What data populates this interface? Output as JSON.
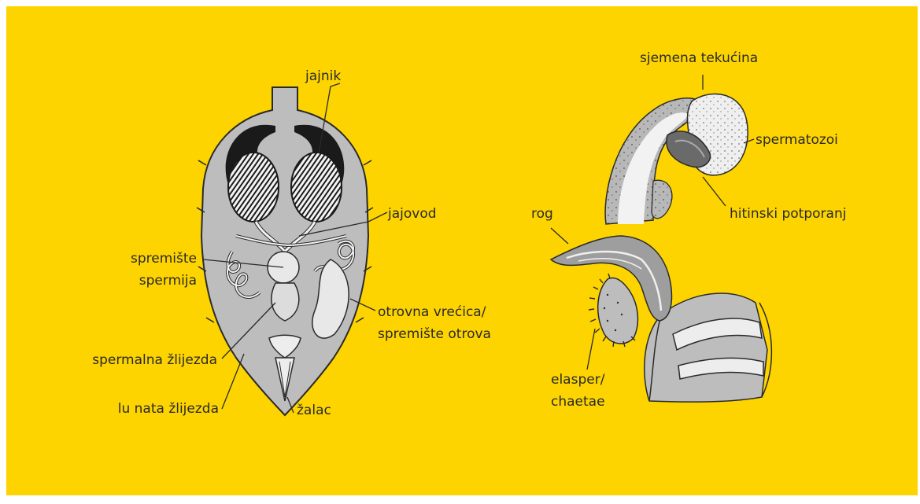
{
  "colors": {
    "background": "#FDD400",
    "body_fill": "#BDBDBD",
    "dark_fill": "#1a1a1a",
    "line": "#2a2a2a",
    "light_fill": "#ECECEC"
  },
  "left_diagram": {
    "labels": {
      "jajnik": "jajnik",
      "jajovod": "jajovod",
      "spremiste_1": "spremište",
      "spremiste_2": "spermija",
      "otrovna_1": "otrovna vrećica/",
      "otrovna_2": "spremište otrova",
      "spermalna": "spermalna žlijezda",
      "lunata": "lu nata žlijezda",
      "zalac": "žalac"
    }
  },
  "right_diagram": {
    "labels": {
      "sjemena": "sjemena tekućina",
      "spermatozoi": "spermatozoi",
      "hitinski": "hitinski potporanj",
      "rog": "rog",
      "elasper_1": "elasper/",
      "elasper_2": "chaetae"
    }
  }
}
